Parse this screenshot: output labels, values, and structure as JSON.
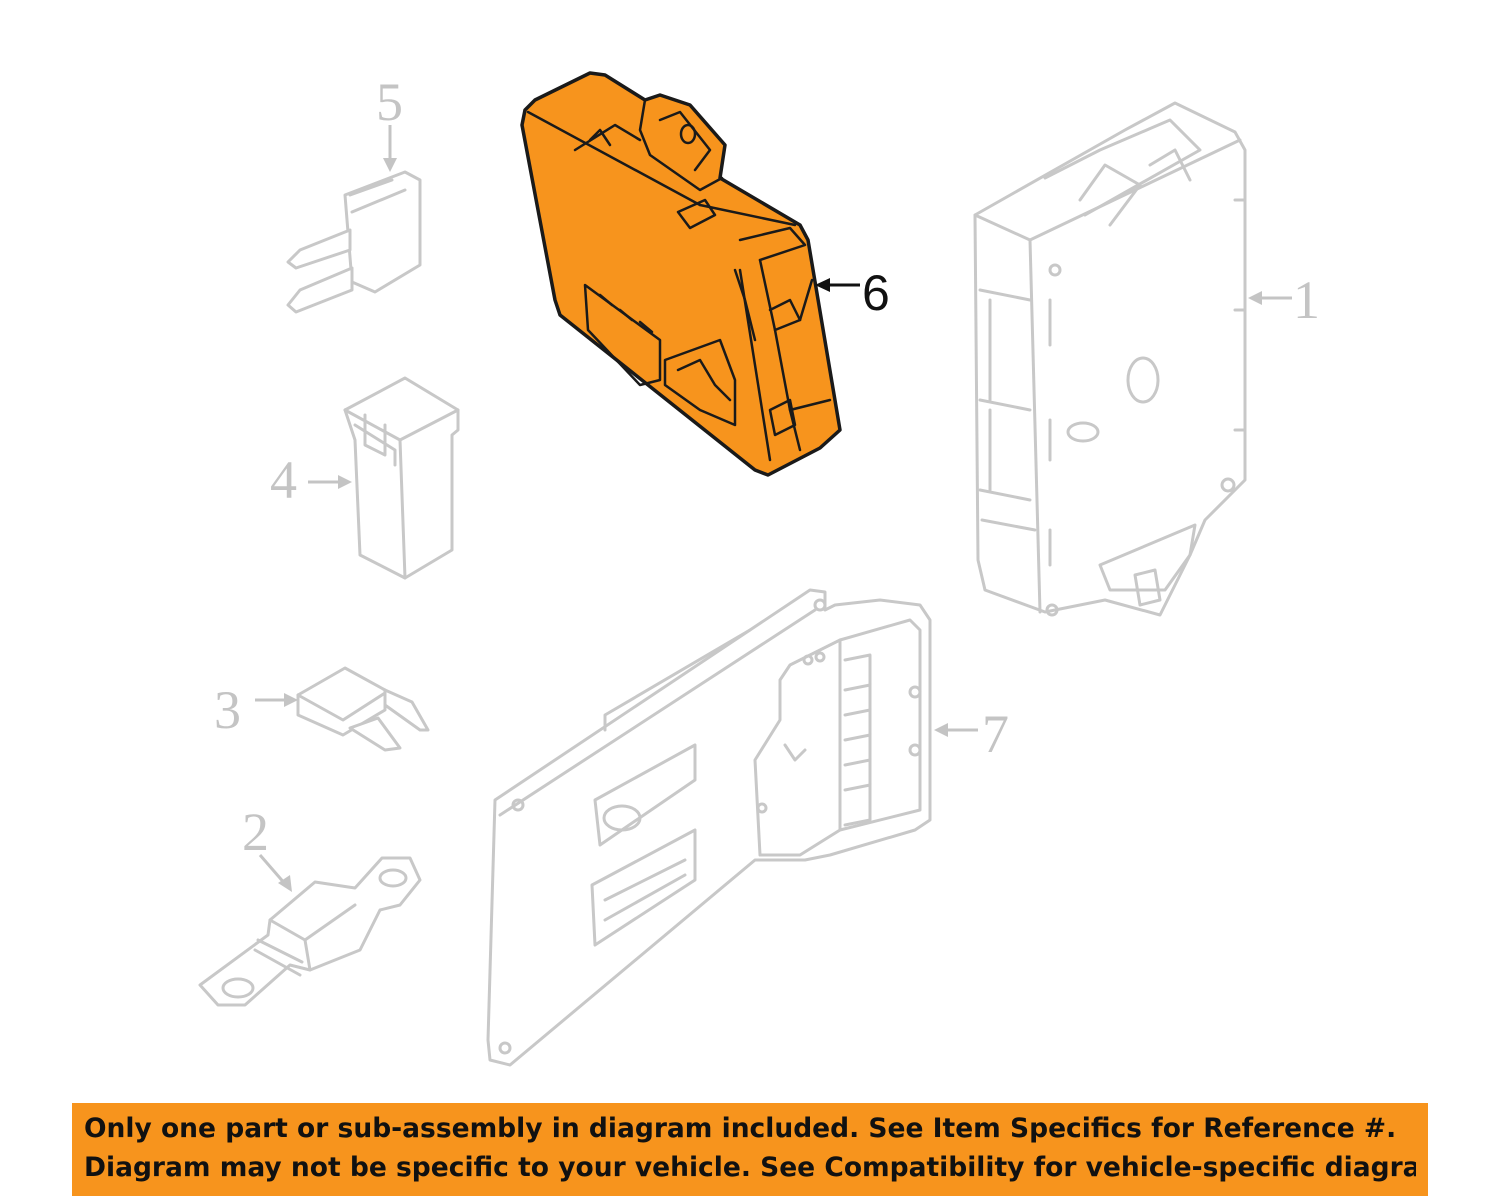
{
  "callouts": {
    "c1": "1",
    "c2": "2",
    "c3": "3",
    "c4": "4",
    "c5": "5",
    "c6": "6",
    "c7": "7"
  },
  "highlight_color": "#f7941d",
  "ghost_color": "#c8c8c8",
  "disclaimer": {
    "line1": "Only one part or sub-assembly in diagram included. See Item Specifics for Reference #.",
    "line2": "Diagram may not be specific to your vehicle. See Compatibility for vehicle-specific diagrams."
  }
}
